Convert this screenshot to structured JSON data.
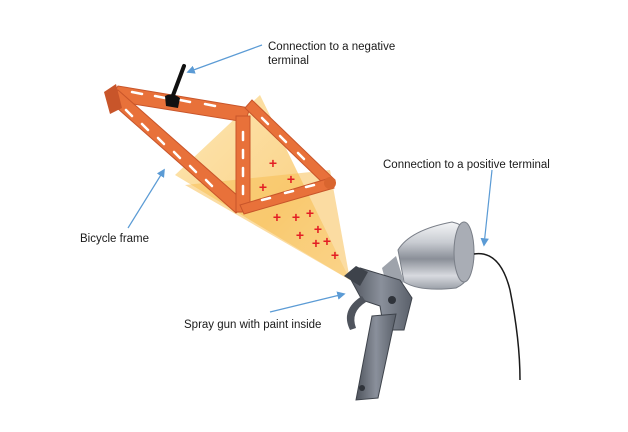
{
  "labels": {
    "negative_terminal_line1": "Connection to a negative",
    "negative_terminal_line2": "terminal",
    "positive_terminal": "Connection to a positive terminal",
    "bicycle_frame": "Bicycle frame",
    "spray_gun": "Spray gun with paint inside"
  },
  "colors": {
    "frame_orange": "#e8713a",
    "frame_dark": "#c8552a",
    "spray_cone": "#f9c86a",
    "charge_red": "#e31e24",
    "arrow_blue": "#5b9bd5",
    "gun_grey": "#6d7380",
    "cup_silver": "#b8bcc3"
  },
  "charge_symbol": "+",
  "icons": [
    "bicycle-frame-icon",
    "spray-gun-icon",
    "paint-cup-icon",
    "plus-charge-icon",
    "wire-icon"
  ]
}
